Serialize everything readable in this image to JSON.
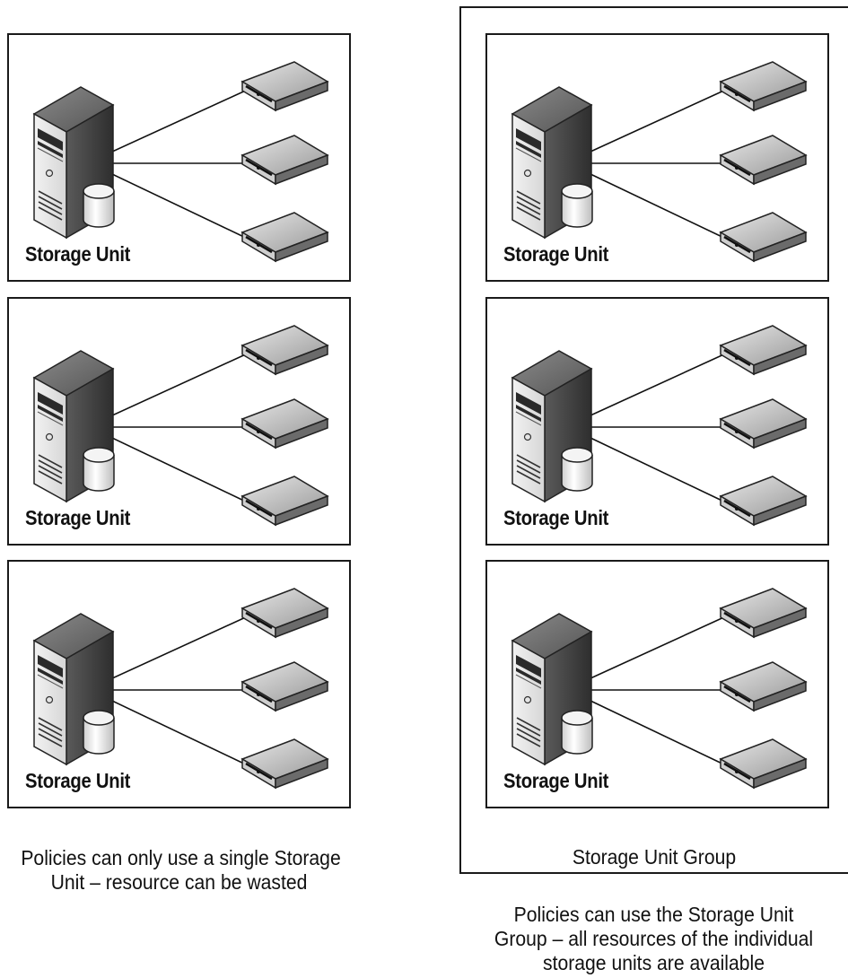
{
  "left_column": {
    "units": [
      {
        "label": "Storage Unit"
      },
      {
        "label": "Storage Unit"
      },
      {
        "label": "Storage Unit"
      }
    ],
    "caption_lines": [
      "Policies can only use a single Storage",
      "Unit – resource can be wasted"
    ]
  },
  "right_column": {
    "units": [
      {
        "label": "Storage Unit"
      },
      {
        "label": "Storage Unit"
      },
      {
        "label": "Storage Unit"
      }
    ],
    "group_label": "Storage Unit Group",
    "caption_lines": [
      "Policies can use the Storage Unit",
      "Group – all resources of the individual",
      "storage units are available"
    ]
  },
  "icons": {
    "server": "server-tower-icon",
    "database": "database-cylinder-icon",
    "drive": "tape-drive-icon"
  }
}
